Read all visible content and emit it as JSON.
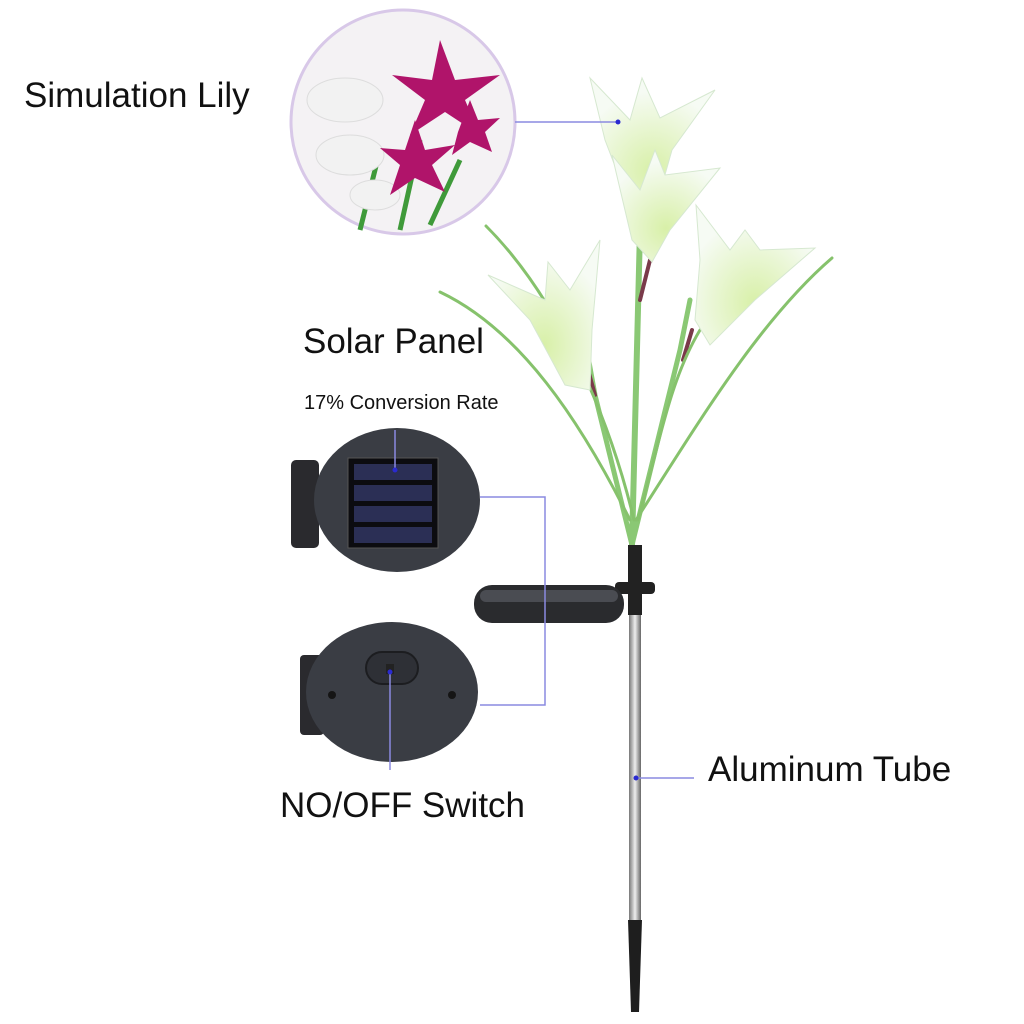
{
  "labels": {
    "simulation_lily": "Simulation Lily",
    "solar_panel": "Solar Panel",
    "conversion_rate": "17% Conversion Rate",
    "switch": "NO/OFF Switch",
    "aluminum_tube": "Aluminum Tube"
  },
  "colors": {
    "callout_line": "#8a8ae0",
    "callout_dot": "#2a2ad0",
    "panel_body": "#3a3d44",
    "petal": "#eef7e6",
    "stem": "#7fbf6a"
  }
}
